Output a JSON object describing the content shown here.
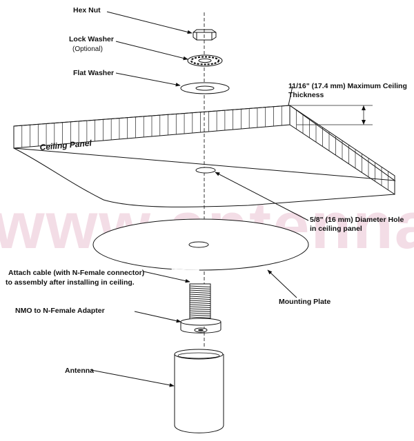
{
  "diagram": {
    "watermark": "www.antenna.com",
    "labels": {
      "hex_nut": "Hex Nut",
      "lock_washer": "Lock Washer",
      "lock_washer_note": "(Optional)",
      "flat_washer": "Flat Washer",
      "ceiling_thickness_line1": "11/16\" (17.4 mm) Maximum Ceiling",
      "ceiling_thickness_line2": "Thickness",
      "ceiling_panel": "Ceiling Panel",
      "hole_line1": "5/8\" (16 mm) Diameter Hole",
      "hole_line2": "in ceiling panel",
      "mounting_plate": "Mounting Plate",
      "attach_cable_line1": "Attach cable (with N-Female connector)",
      "attach_cable_line2": "to assembly after installing in ceiling.",
      "adapter": "NMO to N-Female Adapter",
      "antenna": "Antenna"
    }
  }
}
